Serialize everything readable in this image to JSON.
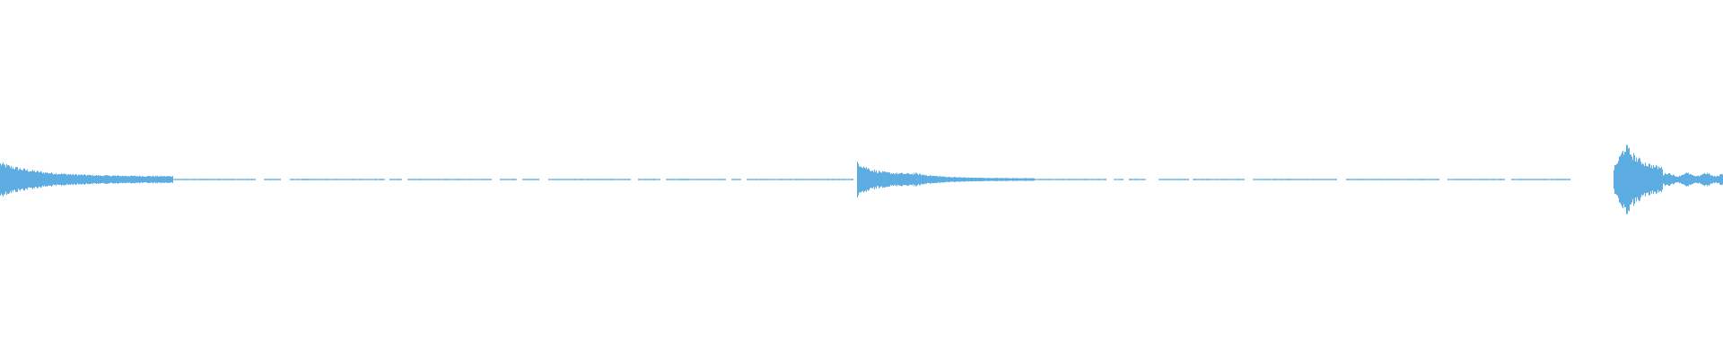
{
  "waveform": {
    "color": "#5DADE2",
    "background": "#FFFFFF",
    "segments": [
      {
        "start": 0.0,
        "end": 0.1,
        "shape": "decay",
        "peak": 0.1,
        "tail": 0.02
      },
      {
        "start": 0.1,
        "end": 0.495,
        "shape": "flat",
        "level": 0.004
      },
      {
        "start": 0.495,
        "end": 0.53,
        "shape": "decay",
        "peak": 0.14,
        "tail": 0.035
      },
      {
        "start": 0.53,
        "end": 0.6,
        "shape": "decay",
        "peak": 0.04,
        "tail": 0.008
      },
      {
        "start": 0.6,
        "end": 0.93,
        "shape": "flat",
        "level": 0.004
      },
      {
        "start": 0.936,
        "end": 0.965,
        "shape": "burst",
        "peak": 0.21,
        "tail": 0.06
      },
      {
        "start": 0.965,
        "end": 1.0,
        "shape": "plateau",
        "level": 0.04
      }
    ],
    "gaps": [
      [
        0.148,
        0.153
      ],
      [
        0.163,
        0.168
      ],
      [
        0.223,
        0.226
      ],
      [
        0.233,
        0.236
      ],
      [
        0.285,
        0.29
      ],
      [
        0.3,
        0.303
      ],
      [
        0.313,
        0.318
      ],
      [
        0.366,
        0.37
      ],
      [
        0.383,
        0.386
      ],
      [
        0.421,
        0.424
      ],
      [
        0.43,
        0.433
      ],
      [
        0.495,
        0.497
      ],
      [
        0.642,
        0.646
      ],
      [
        0.652,
        0.655
      ],
      [
        0.665,
        0.672
      ],
      [
        0.69,
        0.692
      ],
      [
        0.722,
        0.727
      ],
      [
        0.776,
        0.781
      ],
      [
        0.835,
        0.84
      ],
      [
        0.873,
        0.877
      ],
      [
        0.911,
        0.936
      ]
    ]
  }
}
